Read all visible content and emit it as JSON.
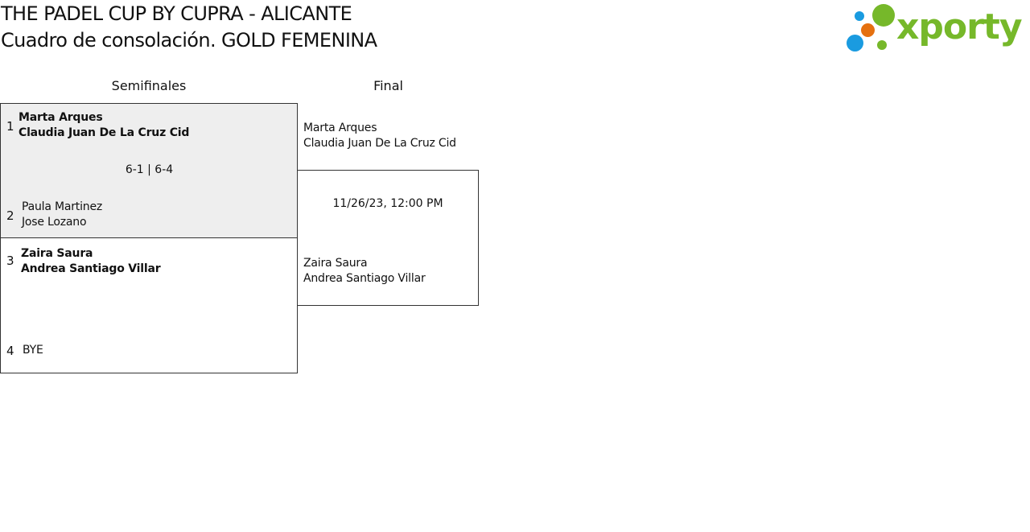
{
  "header": {
    "title_line1": "THE PADEL CUP BY CUPRA - ALICANTE",
    "title_line2": "Cuadro de consolación. GOLD FEMENINA"
  },
  "logo": {
    "text": "xporty",
    "colors": {
      "green": "#76b82a",
      "blue": "#1a9be0",
      "orange": "#e5700f"
    }
  },
  "rounds": [
    {
      "label": "Semifinales"
    },
    {
      "label": "Final"
    }
  ],
  "semifinals": [
    {
      "highlight_color": "#eeeeee",
      "team_a": {
        "seed": "1",
        "player1": "Marta Arques",
        "player2": "Claudia Juan De La Cruz Cid",
        "winner": true
      },
      "result": "6-1 | 6-4",
      "team_b": {
        "seed": "2",
        "player1": "Paula Martinez",
        "player2": "Jose Lozano",
        "winner": false
      }
    },
    {
      "highlight_color": "#ffffff",
      "team_a": {
        "seed": "3",
        "player1": "Zaira Saura",
        "player2": "Andrea Santiago Villar",
        "winner": true
      },
      "result": "",
      "team_b": {
        "seed": "4",
        "player1": "BYE",
        "player2": "",
        "winner": false
      }
    }
  ],
  "final": {
    "team_a": {
      "player1": "Marta Arques",
      "player2": "Claudia Juan De La Cruz Cid"
    },
    "datetime": "11/26/23, 12:00 PM",
    "team_b": {
      "player1": "Zaira Saura",
      "player2": "Andrea Santiago Villar"
    }
  }
}
